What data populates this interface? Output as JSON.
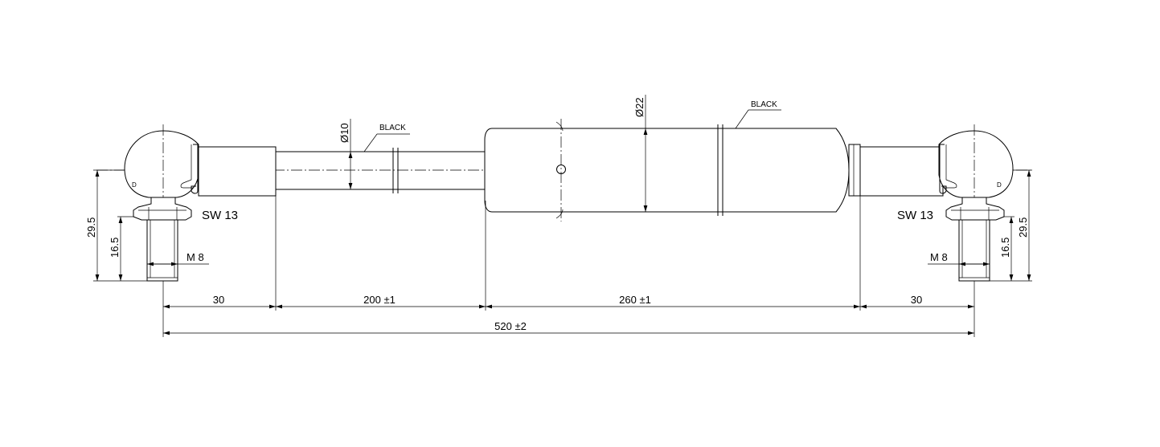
{
  "labels": {
    "dim_total": "520 ±2",
    "dim_end_left": "30",
    "dim_rod_length": "200 ±1",
    "dim_cylinder_length": "260 ±1",
    "dim_end_right": "30",
    "dim_height_outer_left": "29.5",
    "dim_height_inner_left": "16.5",
    "dim_height_outer_right": "29.5",
    "dim_height_inner_right": "16.5",
    "rod_diameter": "Ø10",
    "cylinder_diameter": "Ø22",
    "rod_finish": "BLACK",
    "cylinder_finish": "BLACK",
    "wrench_size_left": "SW 13",
    "wrench_size_right": "SW 13",
    "thread_left": "M 8",
    "thread_right": "M 8",
    "ball_mark_left": "D",
    "ball_mark_right": "D"
  }
}
